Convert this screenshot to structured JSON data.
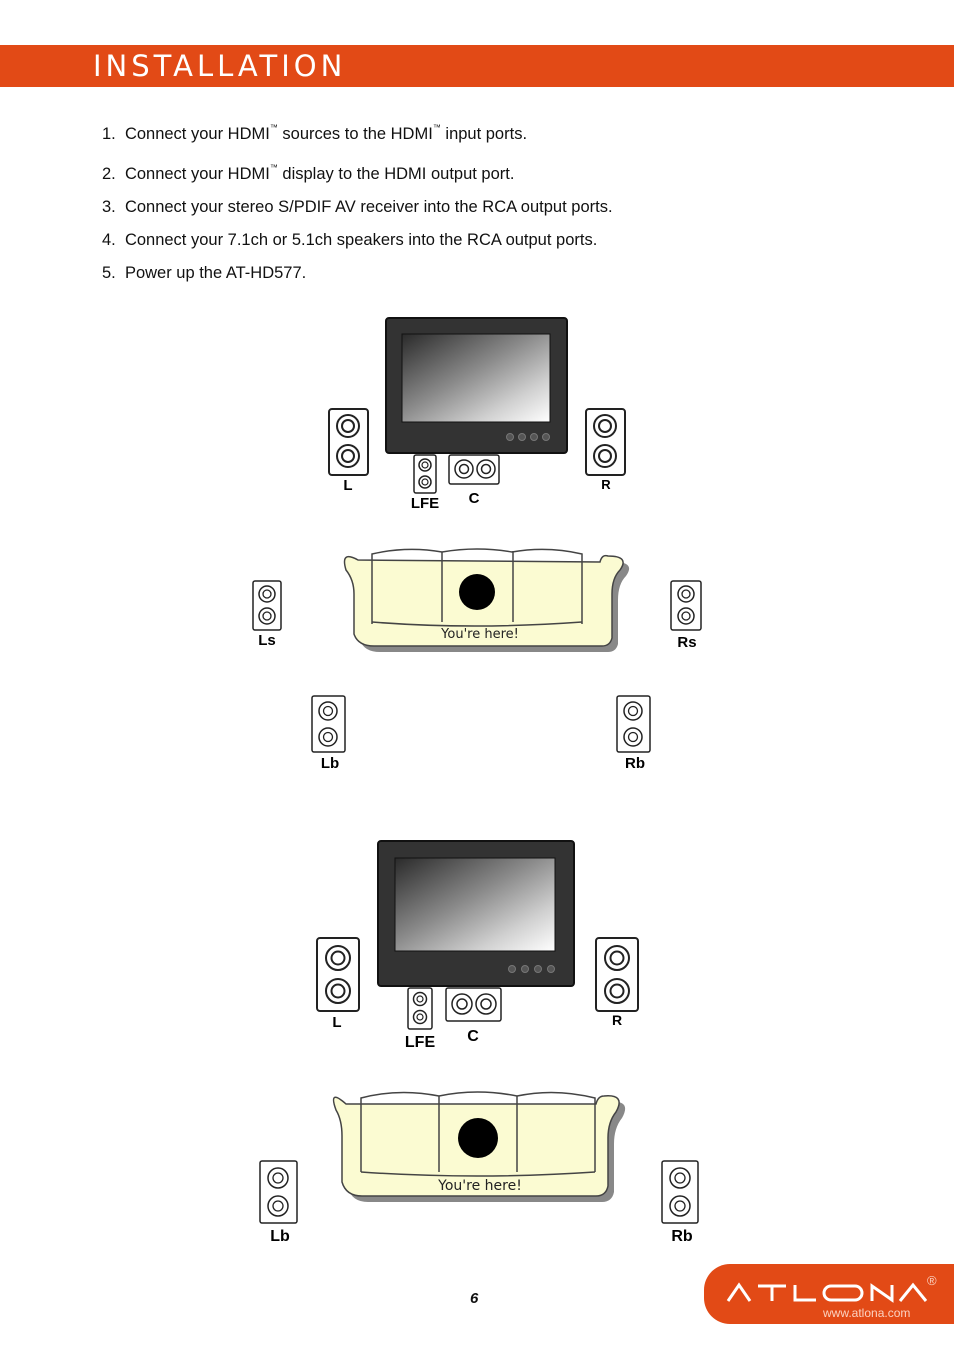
{
  "header": {
    "title": "INSTALLATION"
  },
  "steps": [
    {
      "num": "1.",
      "parts": [
        "Connect your HDMI",
        "™",
        " sources to the HDMI",
        "™",
        " input ports."
      ]
    },
    {
      "num": "2.",
      "parts": [
        "Connect your HDMI",
        "™",
        " display to the HDMI output port."
      ]
    },
    {
      "num": "3.",
      "text": "Connect your stereo S/PDIF AV receiver into the RCA output ports."
    },
    {
      "num": "4.",
      "text": "Connect your 7.1ch or 5.1ch speakers into the RCA output ports."
    },
    {
      "num": "5.",
      "text": "Power up the AT-HD577."
    }
  ],
  "diagram_71": {
    "speakers": {
      "L": "L",
      "R": "R",
      "LFE": "LFE",
      "C": "C",
      "Ls": "Ls",
      "Rs": "Rs",
      "Lb": "Lb",
      "Rb": "Rb"
    },
    "sofa_label": "You're here!"
  },
  "diagram_51": {
    "speakers": {
      "L": "L",
      "R": "R",
      "LFE": "LFE",
      "C": "C",
      "Lb": "Lb",
      "Rb": "Rb"
    },
    "sofa_label": "You're here!"
  },
  "footer": {
    "page_number": "6",
    "logo_text": "ATLONA",
    "logo_reg": "®",
    "logo_url": "www.atlona.com"
  },
  "colors": {
    "accent": "#e24a16",
    "sofa": "#fbfbd2"
  },
  "icons": [
    "tv-icon",
    "speaker-icon",
    "sofa-icon"
  ]
}
